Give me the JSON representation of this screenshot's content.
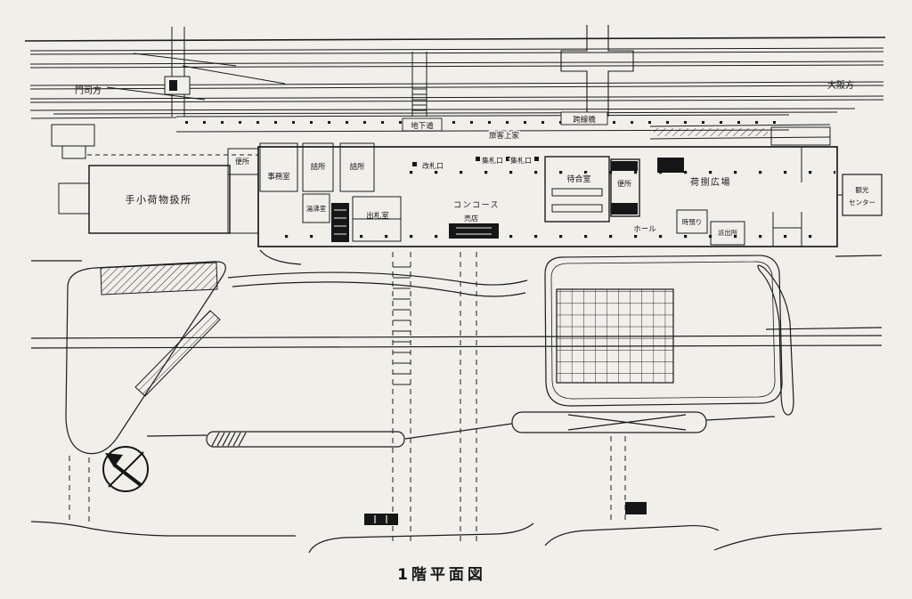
{
  "title": "1階平面図",
  "colors": {
    "paper": "#f1efea",
    "ink": "#1c1c1c"
  },
  "directions": {
    "left": "門司方",
    "right": "大阪方"
  },
  "trackside": {
    "underground_passage": "地下道",
    "overpass": "跨線橋",
    "platform_canopy": "旅客上家"
  },
  "rooms": {
    "baggage_office": "手小荷物扱所",
    "toilet_left": "便所",
    "office": "事務室",
    "crew_room_1": "詰所",
    "crew_room_2": "詰所",
    "boiler_room": "湯沸室",
    "ticket_office": "出札室",
    "ticket_gate": "改札口",
    "collect_gate_1": "集札口",
    "collect_gate_2": "集札口",
    "concourse": "コンコース",
    "kiosk": "売店",
    "waiting_room": "待合室",
    "toilet_right": "便所",
    "hall": "ホール",
    "baggage_check": "時預り",
    "police_box": "派出所",
    "cargo_plaza": "荷捌広場",
    "tourist_center_1": "観光",
    "tourist_center_2": "センター"
  }
}
